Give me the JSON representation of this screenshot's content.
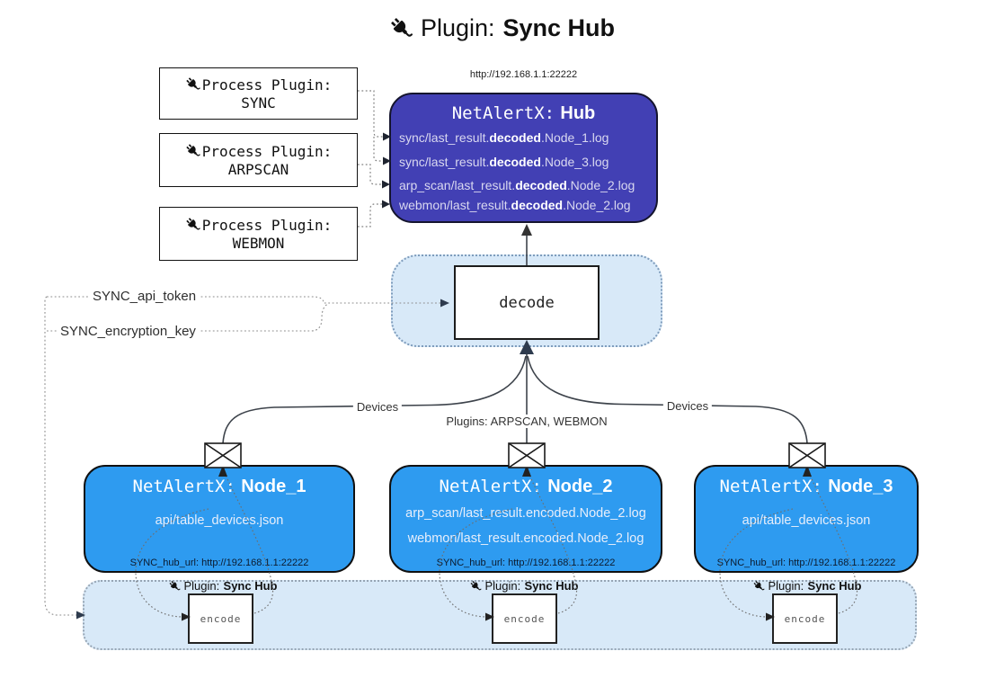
{
  "title": {
    "prefix": "Plugin:",
    "bold": "Sync Hub"
  },
  "process_plugins": [
    {
      "label": "Process Plugin:",
      "name": "SYNC"
    },
    {
      "label": "Process Plugin:",
      "name": "ARPSCAN"
    },
    {
      "label": "Process Plugin:",
      "name": "WEBMON"
    }
  ],
  "hub": {
    "url": "http://192.168.1.1:22222",
    "title_prefix": "NetAlertX:",
    "title_bold": "Hub",
    "logs": [
      {
        "pre": "sync/last_result.",
        "bold": "decoded",
        "post": ".Node_1.log"
      },
      {
        "pre": "sync/last_result.",
        "bold": "decoded",
        "post": ".Node_3.log"
      },
      {
        "pre": "arp_scan/last_result.",
        "bold": "decoded",
        "post": ".Node_2.log"
      },
      {
        "pre": "webmon/last_result.",
        "bold": "decoded",
        "post": ".Node_2.log"
      }
    ]
  },
  "decode_label": "decode",
  "tokens": {
    "api": "SYNC_api_token",
    "key": "SYNC_encryption_key"
  },
  "edge_labels": {
    "devices_left": "Devices",
    "devices_right": "Devices",
    "plugins": "Plugins: ARPSCAN, WEBMON"
  },
  "nodes": [
    {
      "title_prefix": "NetAlertX:",
      "title_bold": "Node_1",
      "files": [
        "api/table_devices.json"
      ],
      "hub_url": "SYNC_hub_url: http://192.168.1.1:22222"
    },
    {
      "title_prefix": "NetAlertX:",
      "title_bold": "Node_2",
      "files": [
        "arp_scan/last_result.encoded.Node_2.log",
        "webmon/last_result.encoded.Node_2.log"
      ],
      "hub_url": "SYNC_hub_url: http://192.168.1.1:22222"
    },
    {
      "title_prefix": "NetAlertX:",
      "title_bold": "Node_3",
      "files": [
        "api/table_devices.json"
      ],
      "hub_url": "SYNC_hub_url: http://192.168.1.1:22222"
    }
  ],
  "encode": {
    "plugin_prefix": "Plugin:",
    "plugin_bold": "Sync Hub",
    "label": "encode"
  },
  "colors": {
    "hubFill": "#4240b4",
    "nodeFill": "#2e9bf0",
    "panelFill": "#d8e9f8"
  }
}
